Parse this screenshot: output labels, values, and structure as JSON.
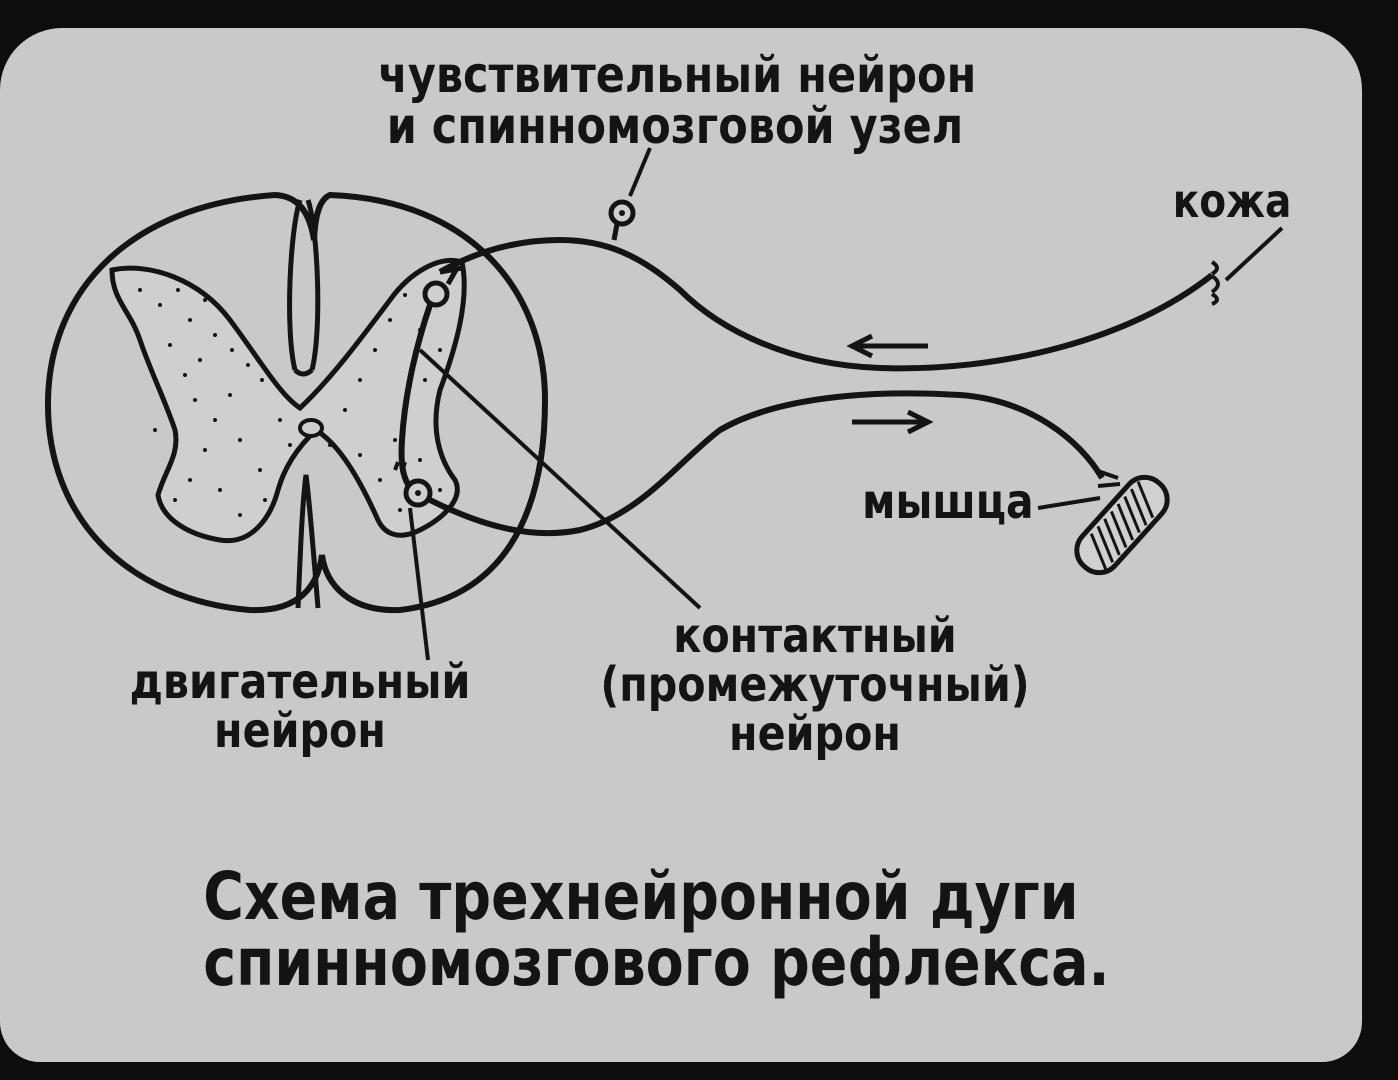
{
  "labels": {
    "sensory_line1": "чувствительный нейрон",
    "sensory_line2": "и спинномозговой узел",
    "skin": "кожа",
    "muscle": "мышца",
    "motor_line1": "двигательный",
    "motor_line2": "нейрон",
    "inter_line1": "контактный",
    "inter_line2": "(промежуточный)",
    "inter_line3": "нейрон"
  },
  "title": {
    "line1": "Схема трехнейронной дуги",
    "line2": "спинномозгового рефлекса."
  },
  "colors": {
    "background": "#0d0d0d",
    "slide": "#c9c9c9",
    "ink": "#141414"
  }
}
